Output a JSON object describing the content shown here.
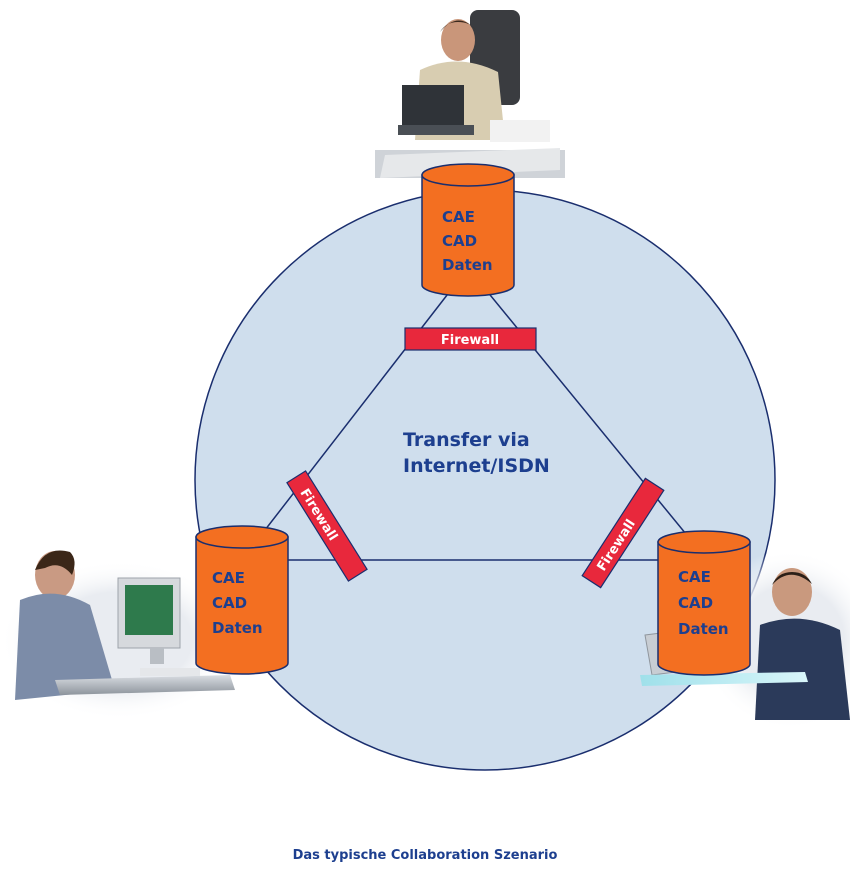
{
  "nodes": {
    "top": {
      "lines": [
        "CAE",
        "CAD",
        "Daten"
      ]
    },
    "left": {
      "lines": [
        "CAE",
        "CAD",
        "Daten"
      ]
    },
    "right": {
      "lines": [
        "CAE",
        "CAD",
        "Daten"
      ]
    }
  },
  "firewalls": {
    "top": "Firewall",
    "left": "Firewall",
    "right": "Firewall"
  },
  "center": {
    "line1": "Transfer via",
    "line2": "Internet/ISDN"
  },
  "caption": "Das typische Collaboration Szenario",
  "colors": {
    "circle_fill": "#cfdeed",
    "circle_stroke": "#1a2e6e",
    "database_fill": "#f36f21",
    "firewall_fill": "#e8283c",
    "text": "#1d3f8f"
  }
}
